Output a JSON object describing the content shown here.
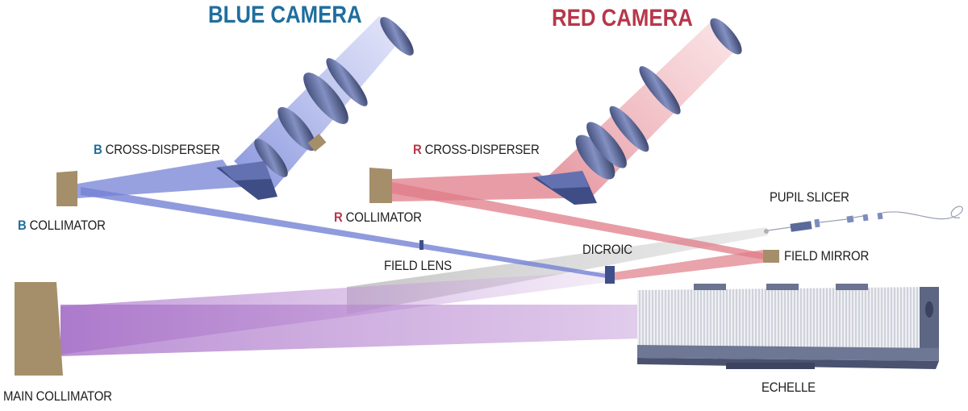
{
  "titles": {
    "blue_camera": "BLUE CAMERA",
    "red_camera": "RED CAMERA"
  },
  "labels": {
    "b_cross_disperser": {
      "prefix": "B",
      "text": " CROSS-DISPERSER"
    },
    "r_cross_disperser": {
      "prefix": "R",
      "text": " CROSS-DISPERSER"
    },
    "b_collimator": {
      "prefix": "B",
      "text": " COLLIMATOR"
    },
    "r_collimator": {
      "prefix": "R",
      "text": " COLLIMATOR"
    },
    "pupil_slicer": "PUPIL SLICER",
    "field_lens": "FIELD LENS",
    "dicroic": "DICROIC",
    "field_mirror": "FIELD MIRROR",
    "main_collimator": "MAIN COLLIMATOR",
    "echelle": "ECHELLE"
  },
  "colors": {
    "blue_title": "#1f6e9e",
    "red_title": "#b7374a",
    "blue_beam": "#7a86d8",
    "red_beam": "#e58f98",
    "purple_beam": "#b17ccf",
    "grey_beam": "#c4c4c4",
    "mirror": "#a58f6a",
    "optic_dark": "#3a4870"
  }
}
